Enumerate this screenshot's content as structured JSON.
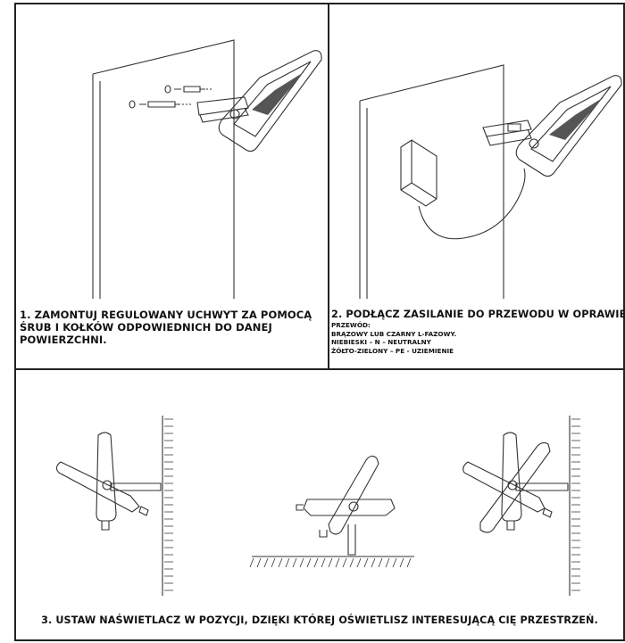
{
  "steps": {
    "step1": {
      "text_lines": [
        "1. ZAMONTUJ REGULOWANY UCHWYT ZA POMOCĄ",
        "ŚRUB I KOŁKÓW ODPOWIEDNICH DO DANEJ",
        "POWIERZCHNI."
      ]
    },
    "step2": {
      "title": "2. PODŁĄCZ ZASILANIE DO PRZEWODU W OPRAWIE",
      "wire_lines": [
        "PRZEWÓD:",
        "BRĄZOWY LUB CZARNY L-FAZOWY.",
        "NIEBIESKI – N – NEUTRALNY",
        "ŻÓŁTO-ZIELONY – PE - UZIEMIENIE"
      ]
    },
    "step3": {
      "title": "3. USTAW NAŚWIETLACZ W POZYCJI, DZIĘKI KTÓREJ OŚWIETLISZ INTERESUJĄCĄ CIĘ PRZESTRZEŃ."
    }
  },
  "colors": {
    "line": "#222222",
    "background": "#ffffff"
  }
}
